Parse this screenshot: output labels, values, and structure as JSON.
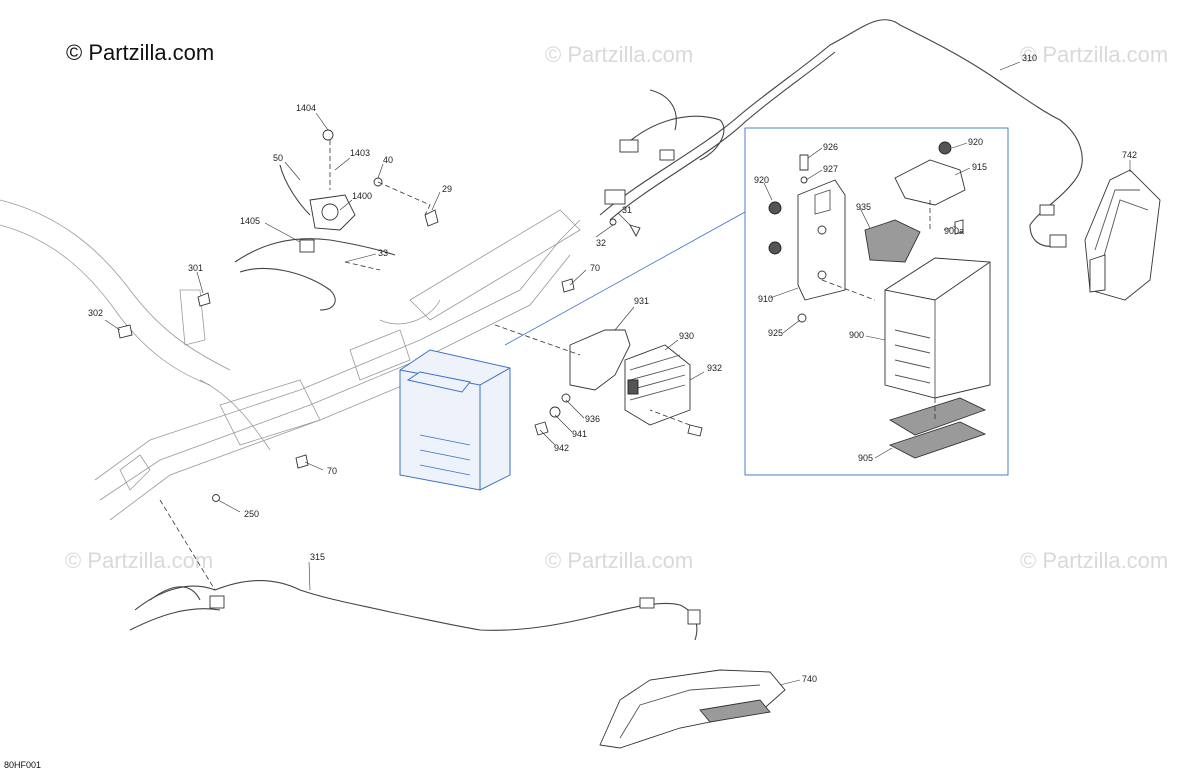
{
  "brand": {
    "copyright": "© Partzilla.com",
    "watermark": "© Partzilla.com"
  },
  "diagram_code": "80HF001",
  "callouts": {
    "c1404": "1404",
    "c50": "50",
    "c1403": "1403",
    "c40": "40",
    "c1400": "1400",
    "c29": "29",
    "c1405": "1405",
    "c33": "33",
    "c31": "31",
    "c32": "32",
    "c70a": "70",
    "c301": "301",
    "c302": "302",
    "c70b": "70",
    "c250": "250",
    "c315": "315",
    "c931": "931",
    "c930": "930",
    "c932": "932",
    "c936": "936",
    "c941": "941",
    "c942": "942",
    "c740": "740",
    "c742": "742",
    "c310": "310",
    "c926": "926",
    "c927": "927",
    "c920a": "920",
    "c920b": "920",
    "c915": "915",
    "c935": "935",
    "c900a": "900a",
    "c910": "910",
    "c925": "925",
    "c900": "900",
    "c905": "905"
  },
  "colors": {
    "highlight": "#3a6fc4",
    "watermark": "#d9d9d9"
  }
}
